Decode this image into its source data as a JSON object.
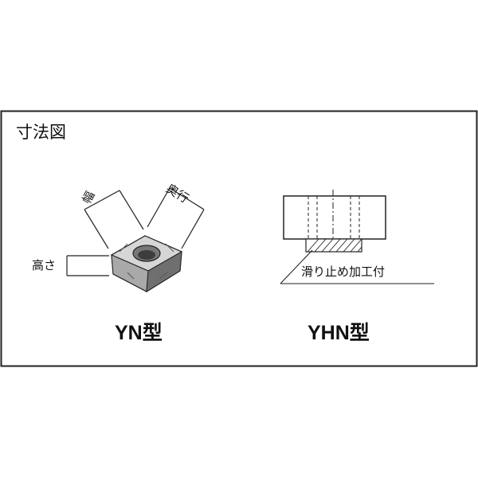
{
  "title": "寸法図",
  "yn": {
    "label_width": "幅",
    "label_depth": "奥行",
    "label_height": "高さ",
    "model": "YN型"
  },
  "yhn": {
    "label_slip": "滑り止め加工付",
    "model": "YHN型"
  },
  "colors": {
    "line": "#222222",
    "metal_light": "#d9d9d9",
    "metal_mid": "#a8a8a8",
    "metal_dark": "#6f6f6f"
  }
}
